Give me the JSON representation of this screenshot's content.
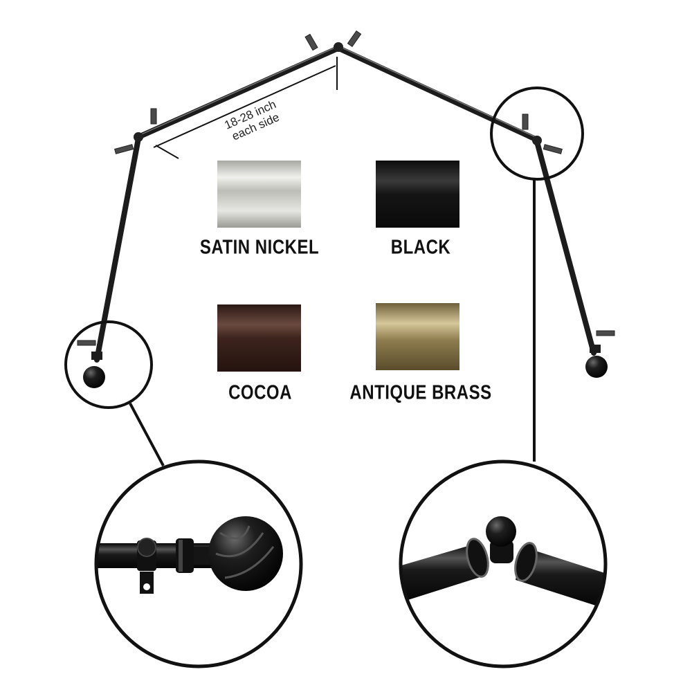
{
  "dimension_label": {
    "line1": "18-28 inch",
    "line2": "each side"
  },
  "finishes": [
    {
      "name": "SATIN NICKEL",
      "color": "#c9c9c4"
    },
    {
      "name": "BLACK",
      "color": "#1a1a1a"
    },
    {
      "name": "COCOA",
      "color": "#4a2e25"
    },
    {
      "name": "ANTIQUE BRASS",
      "color": "#9c8a5a"
    }
  ],
  "colors": {
    "rod": "#1c1c1c",
    "outline": "#111111"
  }
}
